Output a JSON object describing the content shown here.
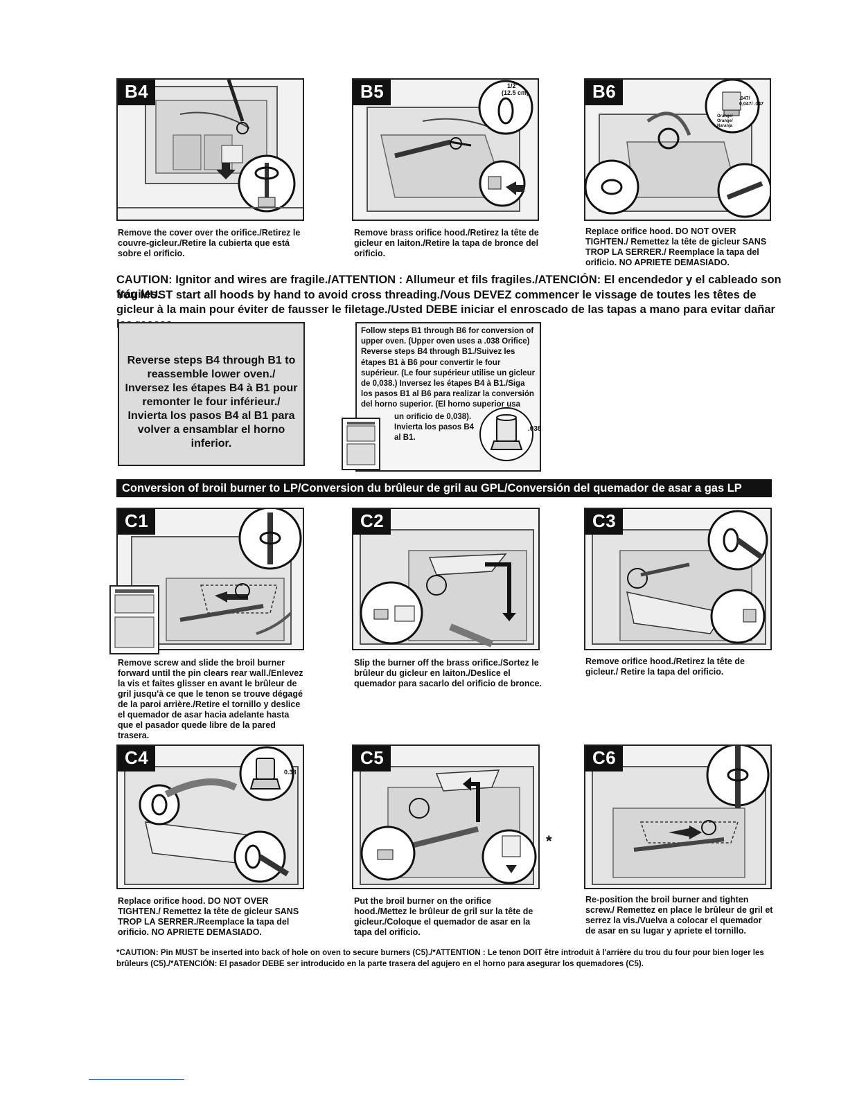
{
  "steps": {
    "b4": {
      "tag": "B4",
      "caption": "Remove the cover over the orifice./Retirez le couvre-gicleur./Retire la cubierta que está sobre el orificio."
    },
    "b5": {
      "tag": "B5",
      "caption": "Remove brass orifice hood./Retirez la tête de gicleur en laiton./Retire la tapa de bronce del orificio.",
      "dim1": "1/2\"",
      "dim2": "(12.5 cm)"
    },
    "b6": {
      "tag": "B6",
      "caption": "Replace orifice hood. DO NOT OVER TIGHTEN./ Remettez la tête de gicleur SANS TROP LA SERRER./ Reemplace la tapa del orificio. NO APRIETE DEMASIADO.",
      "size": ".047/ 0,047/ .047",
      "color": "Orange/ Orange/ Naranja"
    },
    "c1": {
      "tag": "C1",
      "caption": "Remove screw and slide the broil burner forward until the pin clears rear wall./Enlevez la vis et faites glisser en avant le brûleur de gril jusqu'à ce que le tenon se trouve dégagé de la paroi arrière./Retire el tornillo y deslice el quemador de asar hacia adelante hasta que el pasador quede libre de la pared trasera."
    },
    "c2": {
      "tag": "C2",
      "caption": "Slip the burner off the brass orifice./Sortez le brûleur du gicleur en laiton./Deslice el quemador para sacarlo del orificio de bronce."
    },
    "c3": {
      "tag": "C3",
      "caption": "Remove orifice hood./Retirez la tête de gicleur./ Retire la tapa del orificio."
    },
    "c4": {
      "tag": "C4",
      "caption": "Replace orifice hood. DO NOT OVER TIGHTEN./ Remettez la tête de gicleur SANS TROP LA SERRER./Reemplace la tapa del orificio. NO APRIETE DEMASIADO.",
      "size": "0.38"
    },
    "c5": {
      "tag": "C5",
      "caption": "Put the broil burner on the orifice hood./Mettez le brûleur de gril sur la tête de gicleur./Coloque el quemador de asar en la tapa del orificio."
    },
    "c6": {
      "tag": "C6",
      "caption": "Re-position the broil burner and tighten screw./ Remettez en place le brûleur de gril et serrez la vis./Vuelva a colocar el quemador de asar en su lugar y apriete el tornillo."
    }
  },
  "caution_line1": "CAUTION: Ignitor and wires are fragile./ATTENTION : Allumeur et fils fragiles./ATENCIÓN: El encendedor y el cableado son frágiles.",
  "caution_line2": "You MUST start all hoods by hand to avoid cross threading./Vous DEVEZ commencer le vissage de toutes les têtes de gicleur à la main pour éviter de fausser le filetage./Usted DEBE iniciar el enroscado de las tapas a mano para evitar dañar las roscas.",
  "reverse_text": "Reverse steps B4 through B1 to reassemble lower oven./ Inversez les étapes B4 à B1 pour remonter le four inférieur./ Invierta los pasos B4 al B1 para volver a ensamblar el horno inferior.",
  "follow_text": "Follow steps B1 through B6 for conversion of upper oven. (Upper oven uses a .038 Orifice) Reverse steps B4 through B1./Suivez les étapes B1 à B6 pour convertir le four supérieur. (Le four supérieur utilise un gicleur de 0,038.) Inversez les étapes B4 à B1./Siga los pasos B1 al B6 para realizar la conversión del horno superior. (El horno superior usa",
  "follow_text2": "un orificio de 0,038). Invierta los pasos B4 al B1.",
  "follow_orifice_label": ".038",
  "banner": "Conversion of broil burner to LP/Conversion du brûleur de gril au GPL/Conversión del quemador de asar a gas LP",
  "asterisk": "*",
  "footnote": "*CAUTION: Pin MUST be inserted into back of hole on oven to secure burners (C5)./*ATTENTION : Le tenon DOIT être introduit à l'arrière du trou du four pour bien loger les brûleurs (C5)./*ATENCIÓN: El pasador DEBE ser introducido en la parte trasera del agujero en el horno para asegurar los quemadores (C5)."
}
